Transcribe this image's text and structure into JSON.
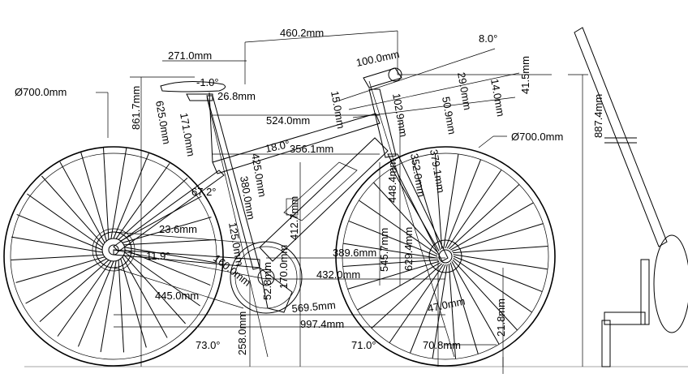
{
  "drawing": {
    "wheel_diameter_rear": "Ø700.0mm",
    "wheel_diameter_front": "Ø700.0mm",
    "dims": {
      "effective_top_tube": "460.2mm",
      "stem_angle": "8.0°",
      "saddle_setback": "271.0mm",
      "stem_length": "100.0mm",
      "saddle_angle": "-1.0°",
      "seat_height_total": "861.7mm",
      "seatpost_offset": "26.8mm",
      "bar_reach": "29.0mm",
      "bar_drop": "14.0mm",
      "headset_spacer": "41.5mm",
      "seat_tube_ext": "625.0mm",
      "seatpost_length": "171.0mm",
      "stack_spacer": "15.0mm",
      "top_tube": "524.0mm",
      "head_tube_len": "102.9mm",
      "fork_offset_a": "50.9mm",
      "total_stack": "887.4mm",
      "top_tube_angle": "18.0°",
      "reach_horizontal": "356.1mm",
      "seat_tube_425": "425.0mm",
      "seat_tube_380": "380.0mm",
      "down_tube_label": "412.7mm",
      "head_to_bb": "448.4mm",
      "fork_length": "352.0mm",
      "front_center_upper": "379.1mm",
      "seat_angle_small": "67.2°",
      "chainstay_small": "23.6mm",
      "seatstay": "125.0mm",
      "bb_height_span": "545.7mm",
      "fork_rake": "629.4mm",
      "chainstay_angle": "11.9°",
      "chainring_offset": "160.0mm",
      "chainring_dim": "52.8mm",
      "crank_label": "170.0mm",
      "front_center": "389.6mm",
      "bb_to_axle": "432.0mm",
      "chainstay_length": "445.0mm",
      "trail": "47.0mm",
      "wheelbase_partial": "569.5mm",
      "wheelbase": "997.4mm",
      "bb_drop": "21.8mm",
      "seat_angle": "73.0°",
      "bb_height": "258.0mm",
      "head_angle": "71.0°",
      "fork_offset": "70.8mm"
    }
  }
}
